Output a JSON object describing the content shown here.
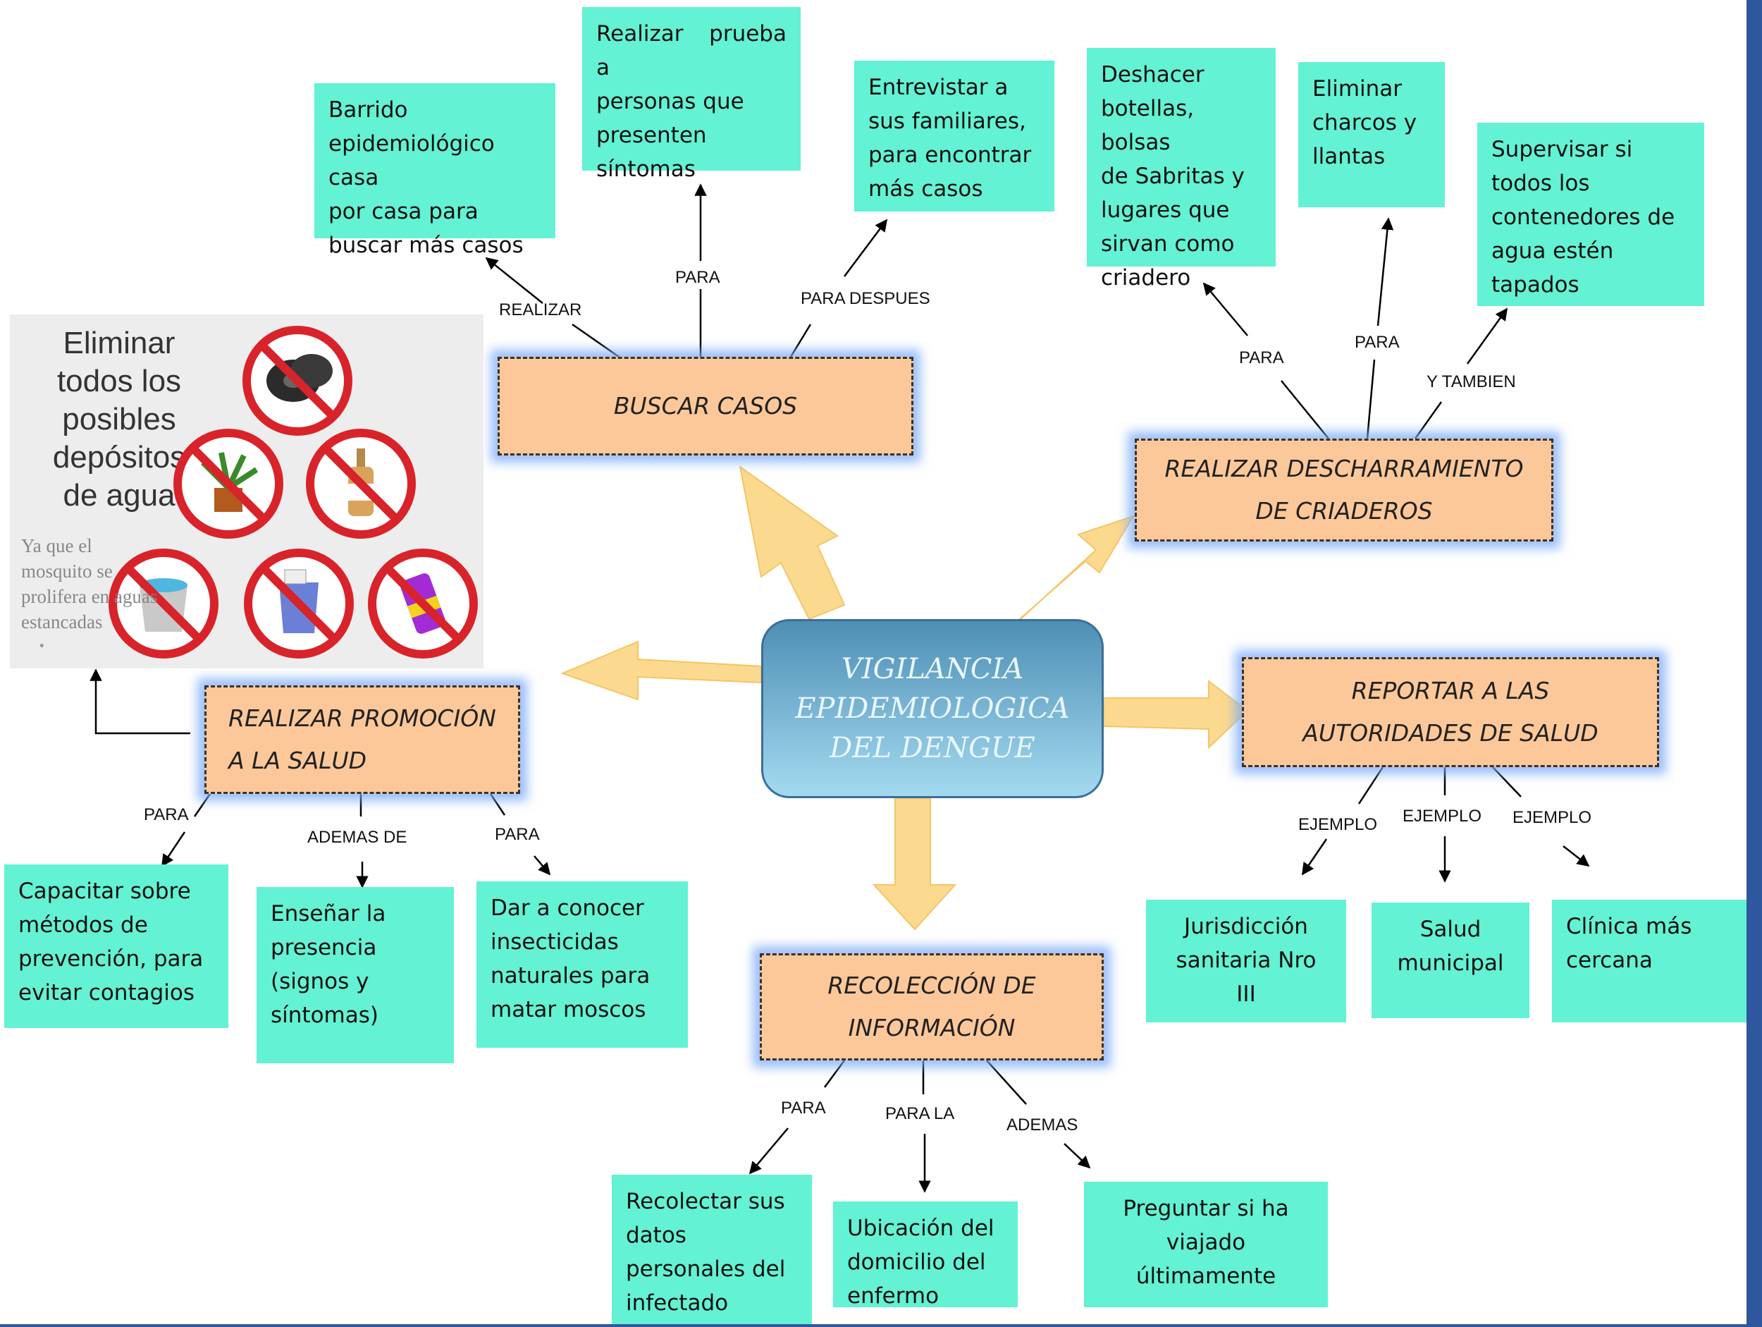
{
  "colors": {
    "leaf_fill": "#63f2d3",
    "mid_fill": "#fdc899",
    "mid_glow": "#78aafa",
    "center_fill": "#4e8fb5",
    "connector_arrow": "#fbd98a",
    "line": "#000000",
    "frame_bar": "#2f57a0"
  },
  "center": {
    "lines": [
      "VIGILANCIA",
      "EPIDEMIOLOGICA",
      "DEL DENGUE"
    ]
  },
  "nodes": {
    "buscar_casos": {
      "lines": [
        "BUSCAR CASOS"
      ]
    },
    "descharramiento": {
      "lines": [
        "REALIZAR DESCHARRAMIENTO",
        "DE CRIADEROS"
      ]
    },
    "promocion": {
      "lines": [
        "REALIZAR  PROMOCIÓN",
        "A LA SALUD"
      ]
    },
    "reportar": {
      "lines": [
        "REPORTAR A LAS",
        "AUTORIDADES DE SALUD"
      ]
    },
    "recoleccion": {
      "lines": [
        "RECOLECCIÓN DE",
        "INFORMACIÓN"
      ]
    }
  },
  "leaves": {
    "barrido": {
      "lines": [
        "Barrido",
        "epidemiológico casa",
        "por casa para",
        "buscar más casos"
      ]
    },
    "prueba": {
      "lines": [
        "Realizar prueba a",
        "personas que",
        "presenten",
        "síntomas"
      ]
    },
    "entrevistar": {
      "lines": [
        "Entrevistar a",
        "sus familiares,",
        "para encontrar",
        "más casos"
      ]
    },
    "deshacer": {
      "lines": [
        "Deshacer",
        "botellas, bolsas",
        "de Sabritas y",
        "lugares que",
        "sirvan como",
        "criadero"
      ]
    },
    "charcos": {
      "lines": [
        "Eliminar",
        "charcos y",
        "llantas"
      ]
    },
    "supervisar": {
      "lines": [
        "Supervisar si",
        "todos los",
        "contenedores de",
        "agua estén",
        "tapados"
      ]
    },
    "capacitar": {
      "lines": [
        "Capacitar sobre",
        "métodos de",
        "prevención, para",
        "evitar contagios"
      ]
    },
    "ensenar": {
      "lines": [
        "Enseñar la",
        "presencia",
        "(signos y",
        "síntomas)"
      ]
    },
    "insecticidas": {
      "lines": [
        "Dar a conocer",
        "insecticidas",
        "naturales para",
        "matar moscos"
      ]
    },
    "jurisdiccion": {
      "lines": [
        "Jurisdicción",
        "sanitaria Nro",
        "III"
      ]
    },
    "salud_municipal": {
      "lines": [
        "Salud",
        "municipal"
      ]
    },
    "clinica": {
      "lines": [
        "Clínica más",
        "cercana"
      ]
    },
    "recolectar": {
      "lines": [
        "Recolectar sus",
        "datos",
        "personales del",
        "infectado"
      ]
    },
    "ubicacion": {
      "lines": [
        "Ubicación del",
        "domicilio del",
        "enfermo"
      ]
    },
    "viajado": {
      "lines": [
        "Preguntar si ha",
        "viajado últimamente"
      ]
    }
  },
  "link_labels": {
    "realizar": "REALIZAR",
    "para_prueba": "PARA",
    "para_despues": "PARA  DESPUES",
    "para_deshacer": "PARA",
    "para_charcos": "PARA",
    "y_tambien": "Y TAMBIEN",
    "para_capacitar": "PARA",
    "ademas_de": "ADEMAS DE",
    "para_insecticidas": "PARA",
    "ejemplo_1": "EJEMPLO",
    "ejemplo_2": "EJEMPLO",
    "ejemplo_3": "EJEMPLO",
    "para_recolectar": "PARA",
    "para_la": "PARA LA",
    "ademas": "ADEMAS"
  },
  "poster": {
    "title_lines": [
      "Eliminar",
      "todos los",
      "posibles",
      "depósitos",
      "de agua"
    ],
    "note_lines": [
      "Ya que el",
      "mosquito se",
      "prolifera en aguas",
      "estancadas"
    ],
    "bullet": "•",
    "icons": [
      "tires-icon",
      "potted-plant-icon",
      "bottle-icon",
      "bucket-icon",
      "trash-can-icon",
      "soda-can-icon"
    ]
  }
}
